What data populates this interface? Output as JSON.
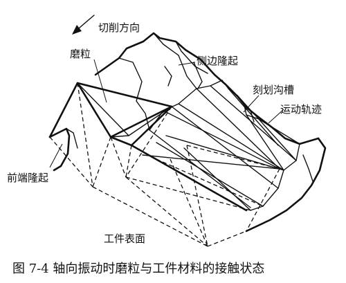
{
  "figure": {
    "labels": {
      "cutting_direction": "切削方向",
      "abrasive_grain": "磨粒",
      "side_bulge": "侧边隆起",
      "scored_groove": "刻划沟槽",
      "motion_trajectory": "运动轨迹",
      "front_bulge": "前端隆起",
      "workpiece_surface": "工件表面"
    },
    "caption": "图 7-4   轴向振动时磨粒与工件材料的接触状态"
  }
}
